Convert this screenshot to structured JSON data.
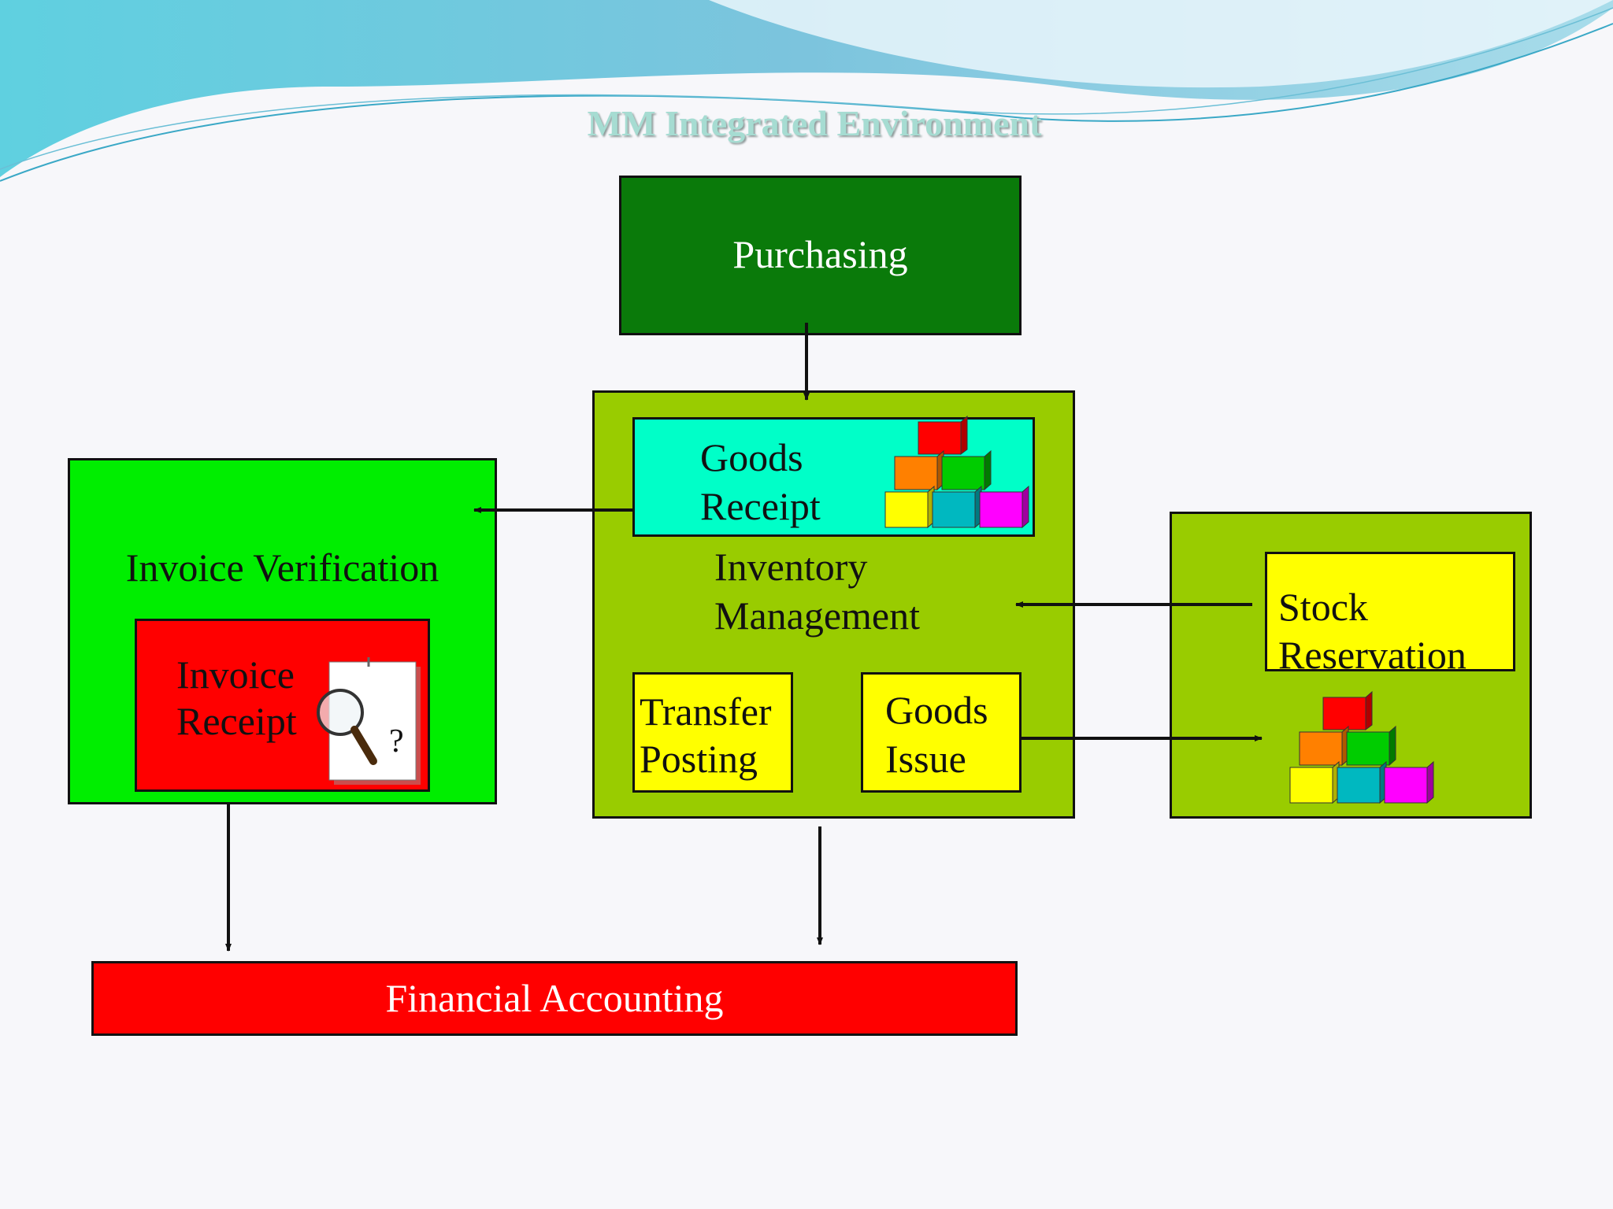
{
  "title": "MM Integrated Environment",
  "nodes": {
    "purchasing": "Purchasing",
    "goods_receipt": [
      "Goods",
      "Receipt"
    ],
    "inventory_management": [
      "Inventory",
      "Management"
    ],
    "transfer_posting": [
      "Transfer",
      "Posting"
    ],
    "goods_issue": [
      "Goods",
      "Issue"
    ],
    "invoice_verification": "Invoice Verification",
    "invoice_receipt": [
      "Invoice",
      "Receipt"
    ],
    "invoice_icon_mark": "?",
    "stock_reservation": [
      "Stock",
      "Reservation"
    ],
    "financial_accounting": "Financial Accounting"
  },
  "colors": {
    "purchasing": "#0a7a0a",
    "inventory": "#99cc00",
    "goods_receipt": "#00ffc8",
    "yellow_box": "#ffff00",
    "invoice_verification": "#00ee00",
    "red_box": "#ff0000",
    "cubes": [
      "#ff0000",
      "#ff8000",
      "#00cc00",
      "#ffff00",
      "#00b8c0",
      "#ff00ff"
    ]
  },
  "icons": [
    "stacked-cubes-icon",
    "magnifier-document-icon"
  ],
  "connections": [
    {
      "from": "purchasing",
      "to": "inventory_management"
    },
    {
      "from": "goods_receipt",
      "to": "invoice_verification"
    },
    {
      "from": "stock_reservation",
      "to": "inventory_management"
    },
    {
      "from": "goods_issue",
      "to": "stock_reservation"
    },
    {
      "from": "invoice_verification",
      "to": "financial_accounting"
    },
    {
      "from": "inventory_management",
      "to": "financial_accounting"
    }
  ]
}
